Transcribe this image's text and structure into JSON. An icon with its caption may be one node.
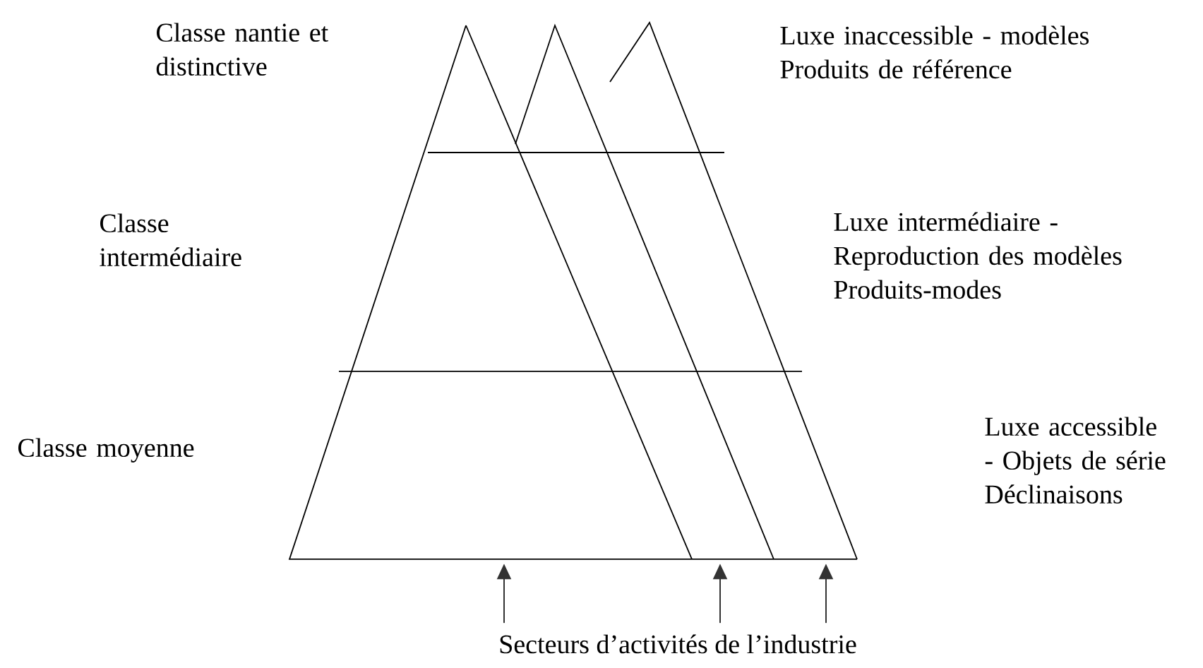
{
  "diagram": {
    "nodes": [
      {
        "text": [],
        "shape": "triangle"
      },
      {
        "text": [],
        "shape": "triangle"
      },
      {
        "text": [],
        "shape": "triangle"
      },
      {
        "text": [
          "Secteurs d’activités de l’industrie"
        ]
      }
    ],
    "edges": [
      {
        "from": 3,
        "to": 0,
        "arrow": "to"
      },
      {
        "from": 3,
        "to": 1,
        "arrow": "to"
      },
      {
        "from": 3,
        "to": 2,
        "arrow": "to"
      }
    ],
    "labels": [
      "Classe nantie et distinctive",
      "Luxe inaccessible - modèles Produits de référence",
      "Classe intermédiaire",
      "Luxe intermédiaire - Reproduction des modèles Produits-modes",
      "Classe moyenne",
      "Luxe accessible - Objets de série Déclinaisons"
    ]
  }
}
